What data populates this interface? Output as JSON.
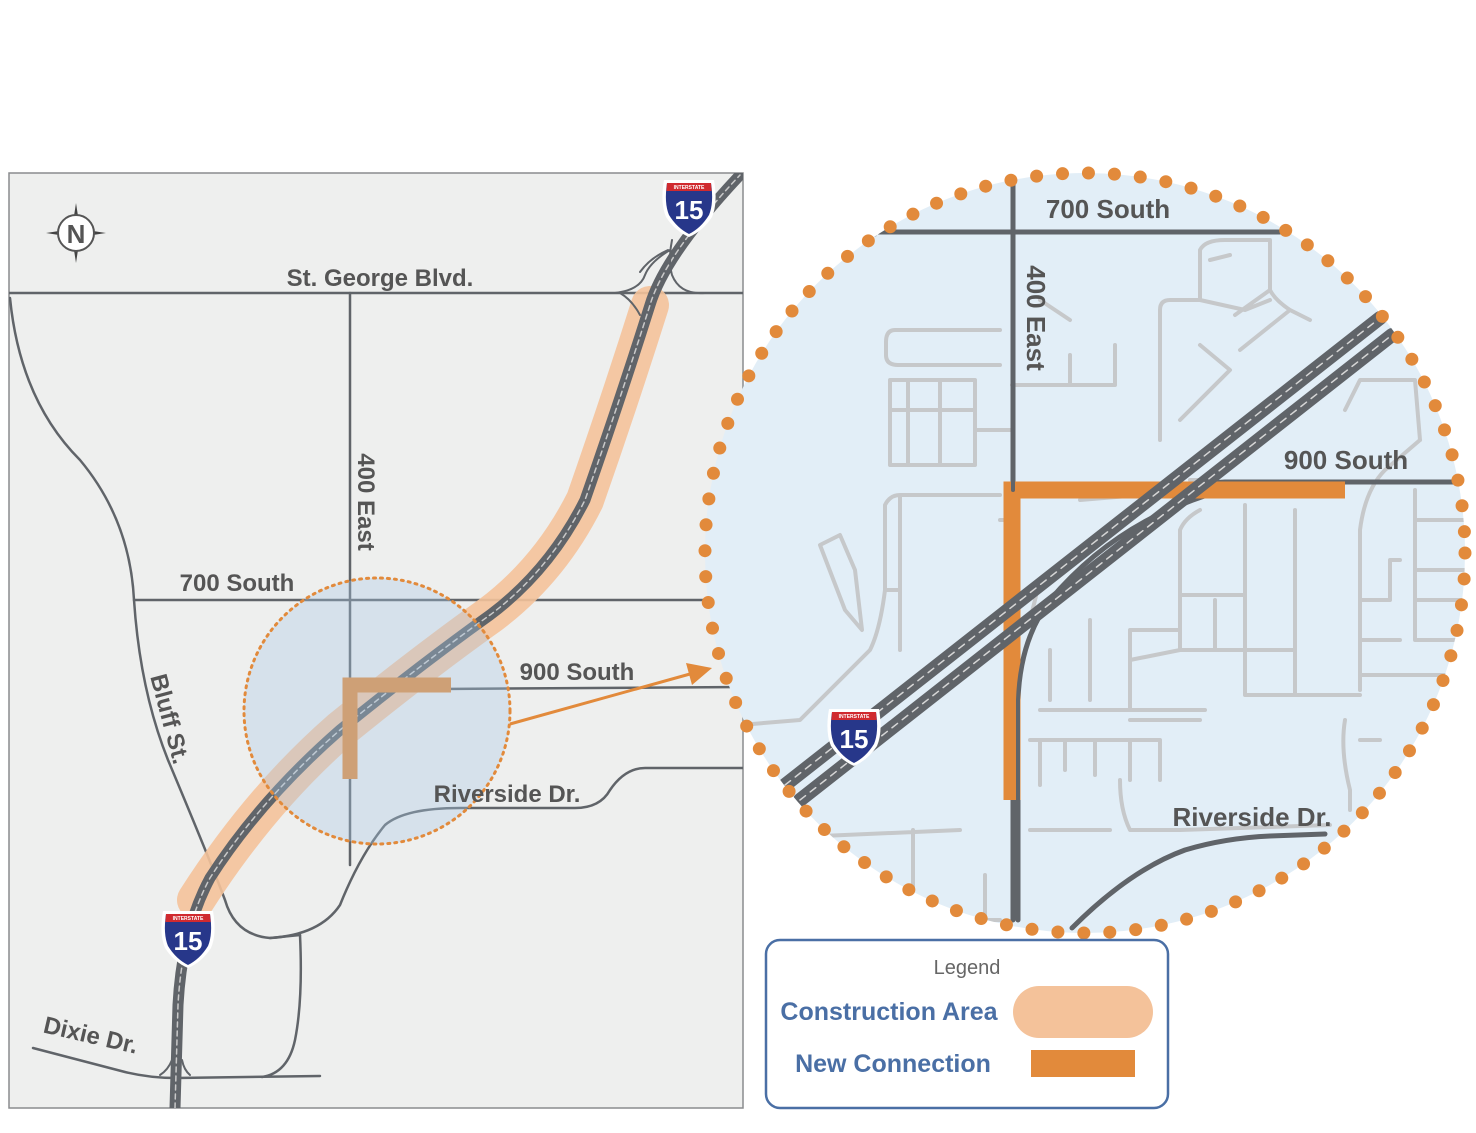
{
  "map": {
    "north_label": "N",
    "roads": {
      "st_george": "St. George Blvd.",
      "east400": "400 East",
      "south700": "700 South",
      "south900": "900 South",
      "bluff": "Bluff St.",
      "riverside": "Riverside Dr.",
      "dixie": "Dixie Dr."
    },
    "shield": {
      "top": "INTERSTATE",
      "number": "15"
    }
  },
  "inset": {
    "roads": {
      "south700": "700 South",
      "east400": "400 East",
      "south900": "900 South",
      "riverside": "Riverside Dr."
    }
  },
  "legend": {
    "title": "Legend",
    "items": [
      {
        "label": "Construction Area",
        "color": "#f4c29a"
      },
      {
        "label": "New Connection",
        "color": "#e28a3b"
      }
    ]
  },
  "colors": {
    "map_bg": "#eeefee",
    "inset_bg": "#e2eef7",
    "major_road": "#606469",
    "minor_road": "#c6c8ca",
    "construction": "#f4c29a",
    "connection": "#e28a3b",
    "legend_text": "#4a6fa5"
  }
}
